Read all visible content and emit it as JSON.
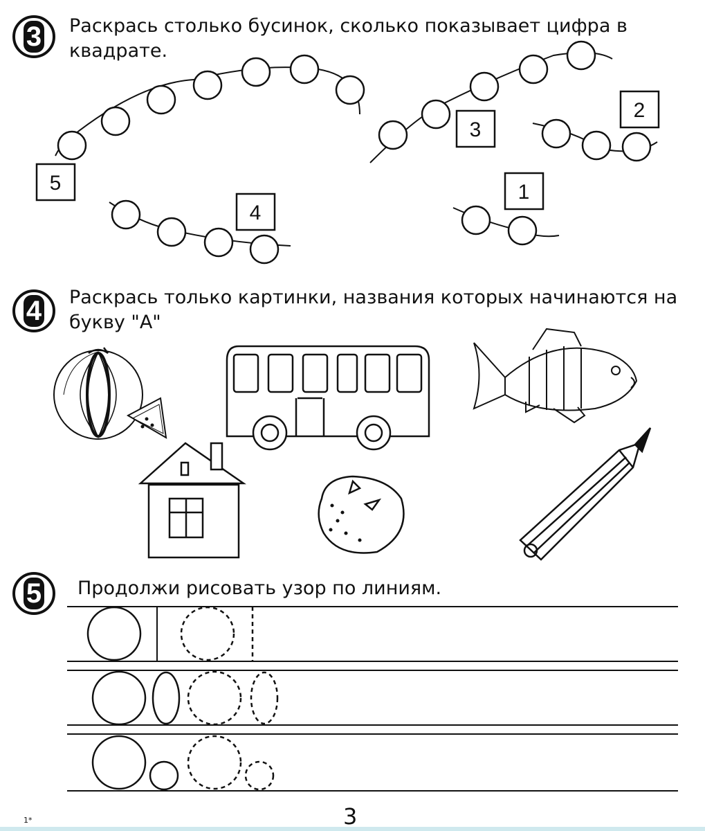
{
  "exercises": [
    {
      "number": "3",
      "text": "Раскрась столько бусинок, сколько показывает цифра в квадрате."
    },
    {
      "number": "4",
      "text": "Раскрась только картинки, названия которых начинаются на букву \"А\""
    },
    {
      "number": "5",
      "text": "Продолжи рисовать узор по линиям."
    }
  ],
  "bead_labels": {
    "five": "5",
    "four": "4",
    "three": "3",
    "two": "2",
    "one": "1"
  },
  "footer": {
    "mark": "1*",
    "page": "3"
  }
}
